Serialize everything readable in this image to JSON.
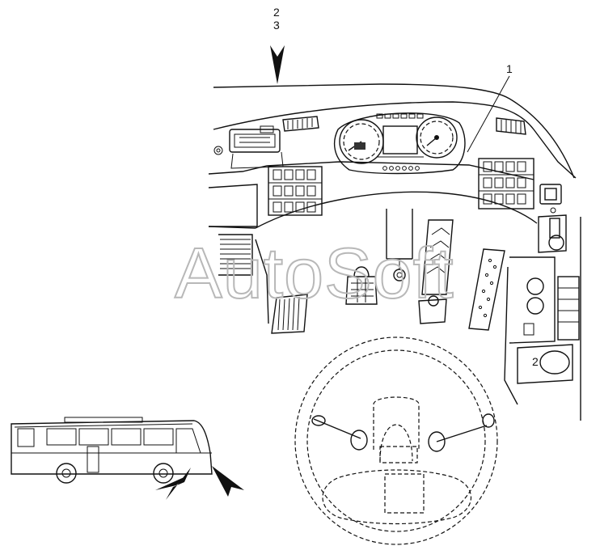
{
  "labels": {
    "callout_1": "1",
    "callout_2_top": "2",
    "callout_3_top": "3",
    "callout_2_side": "2"
  },
  "watermark": "AutoSoft",
  "colors": {
    "line": "#111111",
    "watermark": "#b8b8b8",
    "background": "#ffffff"
  },
  "icons": [
    "view-arrow-icon",
    "bus-icon",
    "steering-wheel-icon",
    "pedal-icon"
  ]
}
